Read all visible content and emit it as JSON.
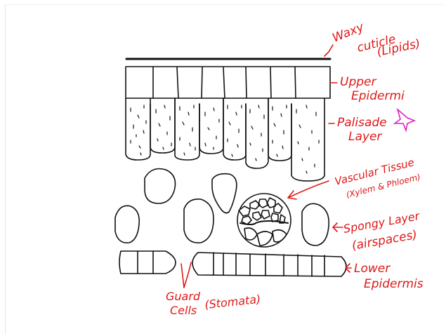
{
  "colors": {
    "ink": "#111111",
    "label": "#e01818",
    "star": "#e021c4",
    "background": "#ffffff"
  },
  "labels": {
    "waxy_cuticle": [
      "Waxy",
      "cuticle",
      "(Lipids)"
    ],
    "upper_epidermis": [
      "Upper",
      "Epidermi"
    ],
    "palisade_layer": [
      "Palisade",
      "Layer"
    ],
    "vascular_tissue": [
      "Vascular Tissue",
      "(Xylem & Phloem)"
    ],
    "spongy_layer": [
      "Spongy Layer",
      "(airspaces)"
    ],
    "lower_epidermis": [
      "Lower",
      "Epidermis"
    ],
    "guard_cells": [
      "Guard",
      "Cells",
      "(Stomata)"
    ]
  },
  "annotations": {
    "star_icon": "star-icon"
  }
}
